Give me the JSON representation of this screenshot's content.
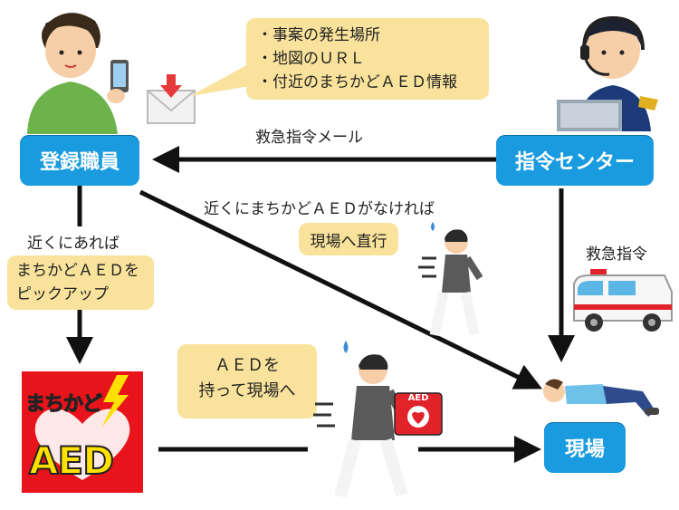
{
  "info_box": {
    "lines": [
      "・事案の発生場所",
      "・地図のＵＲＬ",
      "・付近のまちかどＡＥＤ情報"
    ]
  },
  "nodes": {
    "staff": "登録職員",
    "center": "指令センター",
    "scene": "現場"
  },
  "labels": {
    "email": "救急指令メール",
    "no_aed_nearby": "近くにまちかどＡＥＤがなければ",
    "go_direct": "現場へ直行",
    "if_nearby": "近くにあれば",
    "pickup_line1": "まちかどＡＥＤを",
    "pickup_line2": "ピックアップ",
    "dispatch": "救急指令",
    "carry_line1": "ＡＥＤを",
    "carry_line2": "持って現場へ"
  },
  "logo": {
    "top": "まちかど",
    "bottom": "AED"
  },
  "aed_box_text": "AED",
  "colors": {
    "accent_blue": "#1a9be0",
    "note_yellow": "#f9e29b",
    "logo_red": "#e8141b",
    "logo_yellow": "#ffe100"
  }
}
